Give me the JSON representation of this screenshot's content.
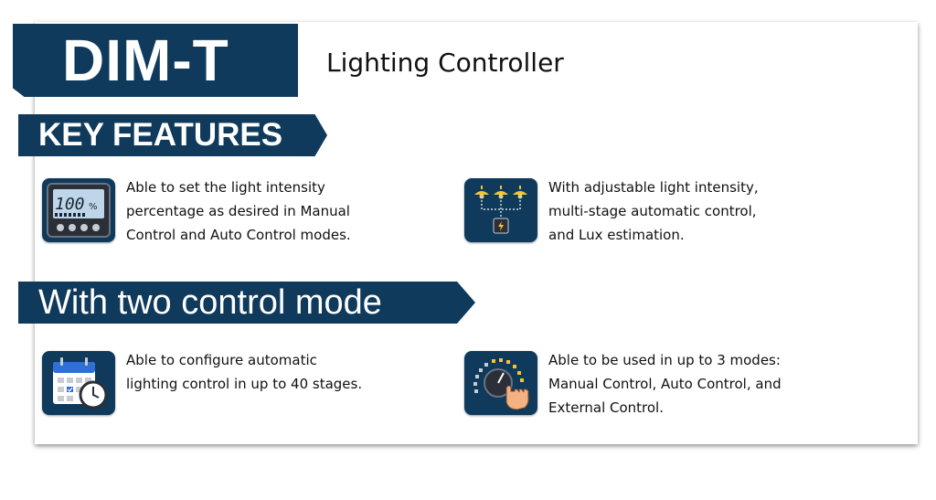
{
  "product": {
    "name": "DIM-T",
    "subtitle": "Lighting Controller"
  },
  "sections": [
    {
      "title": "KEY FEATURES",
      "features": [
        {
          "icon": "lcd-display-icon",
          "display_value": "100",
          "display_unit": "%",
          "lines": [
            "Able to set the light intensity",
            "percentage as desired in Manual",
            "Control and Auto Control modes."
          ]
        },
        {
          "icon": "ceiling-lamps-icon",
          "lines": [
            "With adjustable light intensity,",
            "multi-stage automatic control,",
            "and Lux estimation."
          ]
        }
      ]
    },
    {
      "title": "With two control mode",
      "features": [
        {
          "icon": "calendar-clock-icon",
          "lines": [
            "Able to configure automatic",
            "lighting control in up to 40 stages."
          ]
        },
        {
          "icon": "dial-hand-icon",
          "lines": [
            "Able to be used in up to 3 modes:",
            "Manual Control, Auto Control, and",
            "External Control."
          ]
        }
      ]
    }
  ],
  "colors": {
    "banner": "#0f3a5c",
    "accent": "#f4c430",
    "icon_bg": "#0f3a5c",
    "lcd": "#bfd6ea"
  }
}
